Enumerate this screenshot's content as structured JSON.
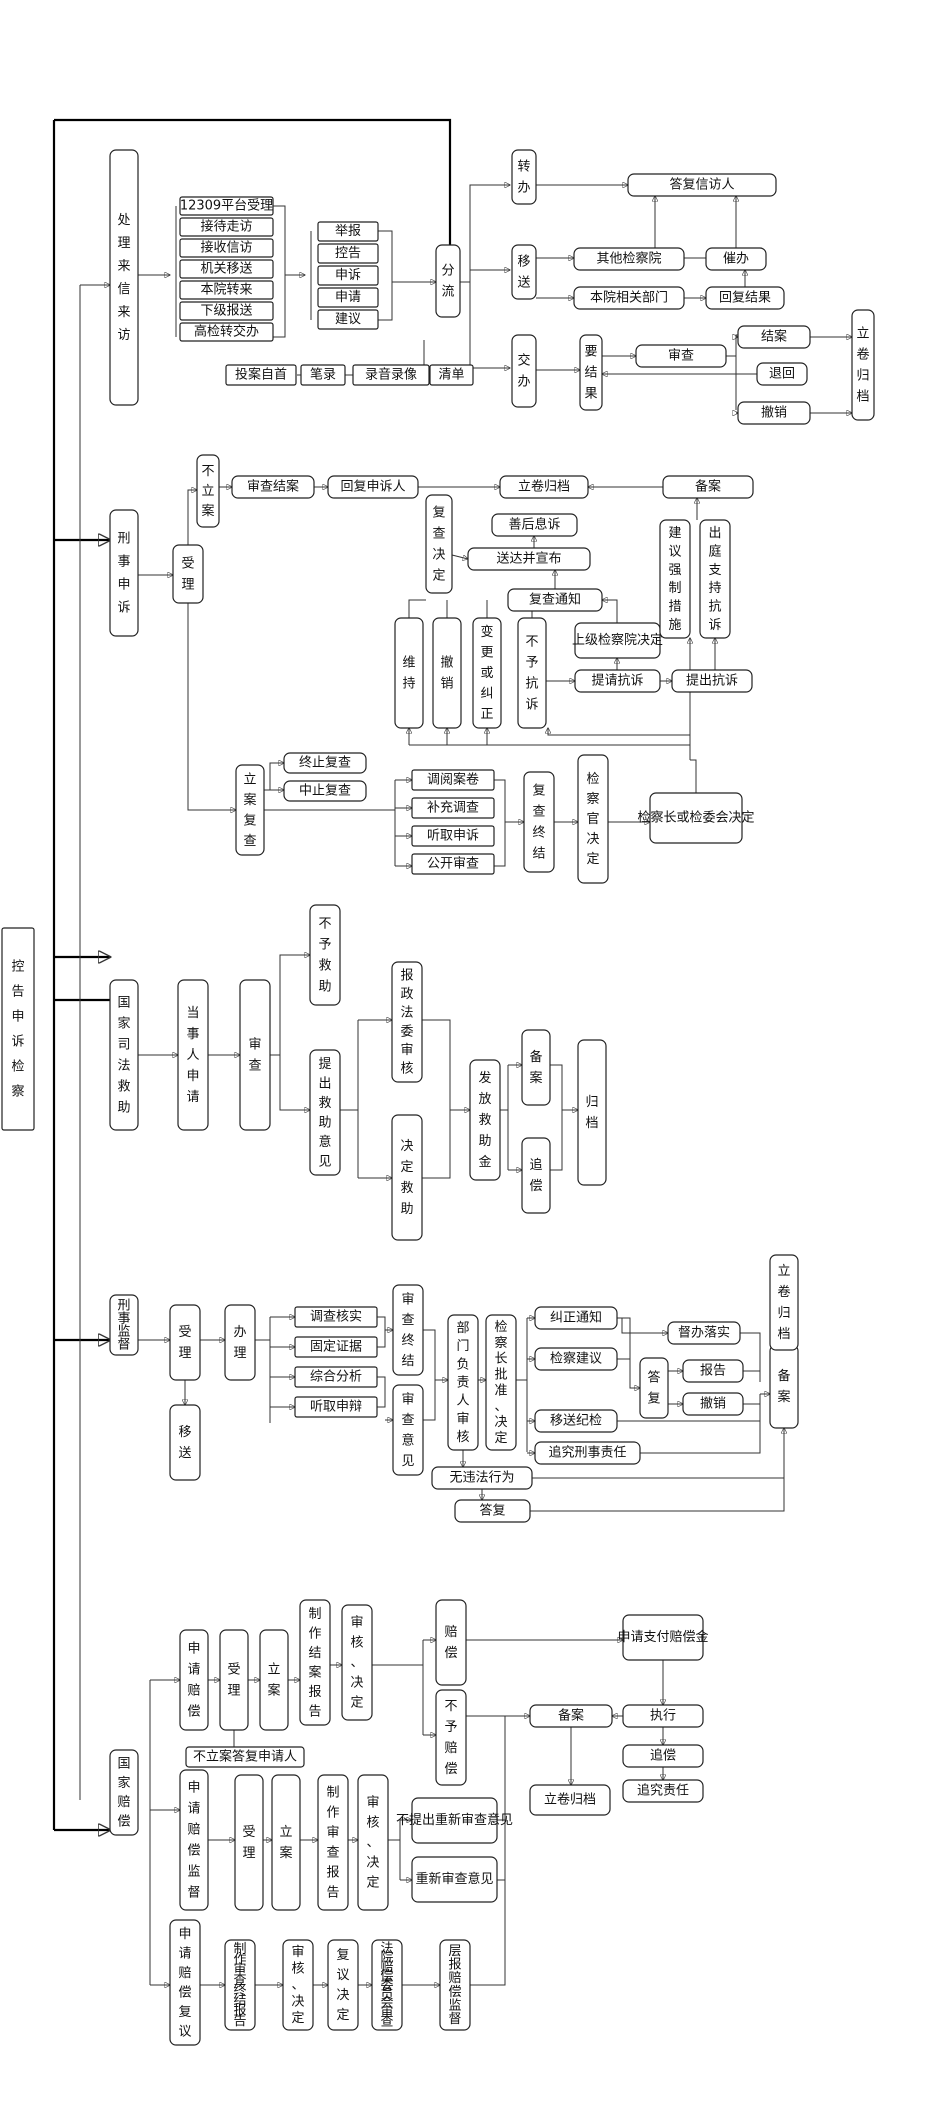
{
  "root": "控告申诉检察",
  "branches": {
    "letters": {
      "title": "处理来信来访",
      "sources": [
        "12309平台受理",
        "接待走访",
        "接收信访",
        "机关移送",
        "本院转来",
        "下级报送",
        "高检转交办"
      ],
      "types": [
        "举报",
        "控告",
        "申诉",
        "申请",
        "建议"
      ],
      "records": [
        "投案自首",
        "笔录",
        "录音录像",
        "清单"
      ],
      "triage": "分流",
      "routes": [
        "转办",
        "移送",
        "交办"
      ],
      "reply_petitioner": "答复信访人",
      "other_procuratorate": "其他检察院",
      "dept": "本院相关部门",
      "urge": "催办",
      "reply_result": "回复结果",
      "require_result": "要结果",
      "review": "审查",
      "close": "结案",
      "return": "退回",
      "revoke": "撤销",
      "archive": "立卷归档"
    },
    "criminal_appeal": {
      "title": "刑事申诉",
      "accept": "受理",
      "not_filed": "不立案",
      "review_end": "审查结案",
      "reply_appellant": "回复申诉人",
      "archive": "立卷归档",
      "filing": "备案",
      "remedy": "善后息诉",
      "deliver": "送达并宣布",
      "recheck_decision": "复查决定",
      "recheck_notice": "复查通知",
      "upper_decision": "上级检察院决定",
      "request_protest": "提请抗诉",
      "raise_protest": "提出抗诉",
      "suggest_measure": "建议强制措施",
      "support_protest": "出庭支持抗诉",
      "outcomes": [
        "维持",
        "撤销",
        "变更或纠正",
        "不予抗诉"
      ],
      "file_recheck": "立案复查",
      "stop": "终止复查",
      "suspend": "中止复查",
      "steps": [
        "调阅案卷",
        "补充调查",
        "听取申诉",
        "公开审查"
      ],
      "recheck_end": "复查终结",
      "committee": "检察官决定",
      "chief": "检察长或检委会决定"
    },
    "judicial_aid": {
      "title": "国家司法救助",
      "apply": "当事人申请",
      "review": "审查",
      "no_aid": "不予救助",
      "propose": "提出救助意见",
      "report": "报政法委审核",
      "decide": "决定救助",
      "issue": "发放救助金",
      "filing": "备案",
      "recover": "追偿",
      "archive": "归档"
    },
    "supervision": {
      "title": "刑事监督",
      "accept": "受理",
      "transfer": "移送",
      "handle": "办理",
      "tasks": [
        "调查核实",
        "固定证据",
        "综合分析",
        "听取申辩"
      ],
      "review_end": "审查终结",
      "review_opinion": "审查意见",
      "dept_review": "部门负责人审核",
      "chief_decide": "检察长批准、决定",
      "actions": [
        "纠正通知",
        "检察建议",
        "移送纪检",
        "追究刑事责任"
      ],
      "no_violation": "无违法行为",
      "reply": "答复",
      "supervise": "督办落实",
      "report": "报告",
      "revoke": "撤销",
      "filing": "备案",
      "reply2": "答复",
      "archive": "立卷归档"
    },
    "compensation": {
      "title": "国家赔偿",
      "apply": "申请赔偿",
      "accept": "受理",
      "file": "立案",
      "make_report": "制作结案报告",
      "review_decide": "审核、决定",
      "pay": "赔偿",
      "no_pay": "不予赔偿",
      "not_filed_reply": "不立案答复申请人",
      "apply_pay": "申请支付赔偿金",
      "execute": "执行",
      "recover": "追偿",
      "liability": "追究责任",
      "filing": "备案",
      "archive": "立卷归档",
      "sup_apply": "申请赔偿监督",
      "sup_accept": "受理",
      "sup_file": "立案",
      "sup_report": "制作审查报告",
      "sup_decide": "审核、决定",
      "no_retrial": "不提出重新审查意见",
      "retrial": "重新审查意见",
      "reconsider_apply": "申请赔偿复议",
      "recon_report": "制作审查终结报告",
      "recon_decide": "审核、决定",
      "recon_decision": "复议决定",
      "court_committee": "法院赔偿委员会审查",
      "upper_supervise": "层报赔偿监督"
    }
  }
}
